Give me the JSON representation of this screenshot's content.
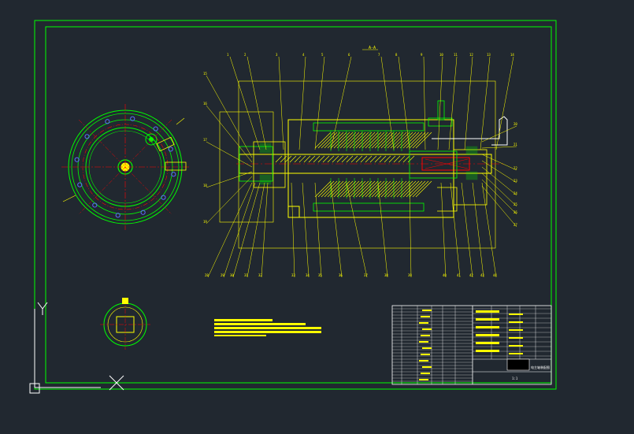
{
  "colors": {
    "background": "#212830",
    "frame": "#00ff00",
    "outline": "#ffff00",
    "centerline": "#ff0000",
    "bolt": "#5a6cff",
    "crosshair": "#ffffff"
  },
  "labels": {
    "section": "A-A",
    "top_callouts": [
      "1",
      "2",
      "3",
      "4",
      "5",
      "6",
      "7",
      "8",
      "9",
      "10",
      "11",
      "12",
      "13",
      "14"
    ],
    "left_callouts": [
      "15",
      "16",
      "17",
      "18",
      "19"
    ],
    "right_callouts": [
      "20",
      "21",
      "22",
      "23",
      "24",
      "25",
      "26",
      "27"
    ],
    "bottom_callouts": [
      "28",
      "29",
      "30",
      "31",
      "32",
      "33",
      "34",
      "35",
      "36",
      "37",
      "38",
      "39",
      "40",
      "41",
      "42",
      "43",
      "44"
    ]
  },
  "title_block": {
    "title": "电主轴装配图",
    "sheet": "1:1"
  },
  "icons": {
    "ucs": "ucs-axis-icon",
    "crosshair": "cursor-crosshair-icon"
  }
}
